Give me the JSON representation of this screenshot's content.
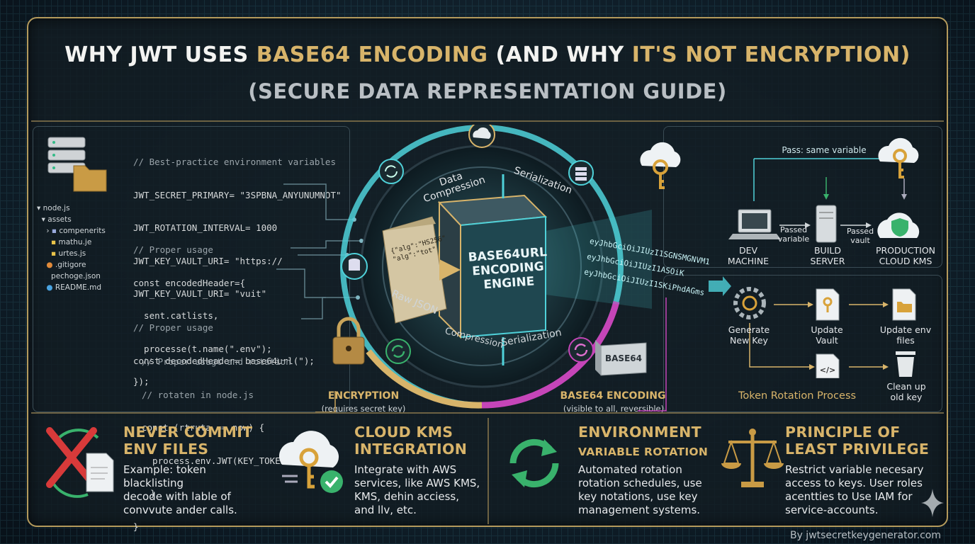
{
  "title": {
    "line1_a": "WHY JWT USES ",
    "line1_b": "BASE64 ENCODING",
    "line1_c": " (AND WHY ",
    "line1_d": "IT'S NOT ENCRYPTION)",
    "line2": "(SECURE DATA REPRESENTATION GUIDE)"
  },
  "code": {
    "env_comment": "// Best-practice environment variables",
    "env_lines": [
      "JWT_SECRET_PRIMARY= \"3SPBNA_ANYUNUMNOT\"",
      "JWT_ROTATION_INTERVAL= 1000",
      "JWT_KEY_VAULT_URI= \"https://",
      "JWT_KEY_VAULT_URI= \"vuit\""
    ],
    "usage1_comment": "// Proper usage",
    "usage1_lines": [
      "const encodedHeader={",
      "  sent.catlists,",
      "  processe(t.name(\".env\");",
      "});"
    ],
    "usage2_comment": "// Proper usage",
    "usage2_line": "const decodedHeader= base64url(\");",
    "usage3_comment1": "// Proper usagt and rotation",
    "usage3_comment2": "// rotaten in node.js",
    "usage3_lines": [
      "const (rtruta == now) {",
      "  process.env.JWT(KEY_TOKENT);",
      "}",
      "}"
    ]
  },
  "filetree": [
    "node.js",
    "assets",
    "compenerits",
    "mathu.je",
    "urtes.js",
    ".gitigore",
    "pechoge.json",
    "README.md"
  ],
  "engine": {
    "label_data_compression": "Data Compression",
    "label_serialization_top": "Serialization",
    "label_raw_json": "Raw JSON",
    "label_compression_bottom": "Compression",
    "label_serialization_bottom": "Serialization",
    "cube_text": "BASE64URL ENCODING ENGINE",
    "json_snippet_1": "{\"alg\":\"HS256\"",
    "json_snippet_2": "\"alg\":\"tot\"",
    "token_lines": [
      "eyJhbGciOiJIUzI1SGNSMGNVM1",
      "eyJhbGciOiJIUzI1ASOiK",
      "eyJhbGciOiJIUzI1SKiPhdAGms"
    ],
    "encryption_title": "ENCRYPTION",
    "encryption_sub": "(requires secret key)",
    "base64_title": "BASE64 ENCODING",
    "base64_sub": "(visible to all, reversible)",
    "base64_badge": "BASE64"
  },
  "pipeline": {
    "pass_label": "Pass: same variable",
    "dev": "DEV\nMACHINE",
    "passed_variable": "Passed\nvariable",
    "build": "BUILD\nSERVER",
    "passed_vault": "Passed\nvault",
    "prod": "PRODUCTION\nCLOUD KMS"
  },
  "rotation": {
    "generate": "Generate\nNew Key",
    "update_vault": "Update\nVault",
    "update_env": "Update env\nfiles",
    "clean": "Clean up\nold key",
    "title": "Token Rotation Process"
  },
  "cards": [
    {
      "title": "NEVER COMMIT\nENV FILES",
      "text": "Example: token blacklisting\ndecode with lable of\nconvvute ander calls."
    },
    {
      "title": "CLOUD KMS\nINTEGRATION",
      "text": "Integrate with AWS\nservices, like AWS KMS,\nKMS, dehin acciess,\nand llv, etc."
    },
    {
      "title": "ENVIRONMENT",
      "subtitle": "VARIABLE ROTATION",
      "text": "Automated rotation\nrotation schedules, use\nkey notations, use key\nmanagement systems."
    },
    {
      "title": "PRINCIPLE OF\nLEAST PRIVILEGE",
      "text": "Restrict variable necesary\naccess to keys. User roles\nacentties to Use IAM for\nservice-accounts."
    }
  ],
  "footer": "By jwtsecretkeygenerator.com",
  "colors": {
    "gold": "#d8b46a",
    "cyan": "#4fd1d9",
    "magenta": "#c545b8",
    "green": "#39b26c",
    "red": "#d83a3a"
  }
}
